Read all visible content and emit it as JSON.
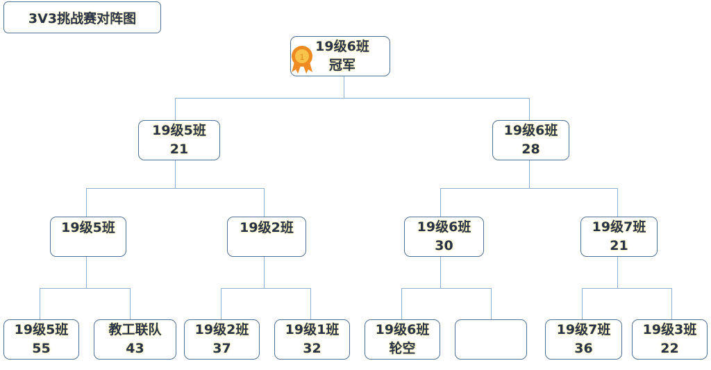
{
  "title": "3V3挑战赛对阵图",
  "champion": {
    "team": "19级6班",
    "label": "冠军",
    "icon": "medal-icon",
    "medal_number": "1"
  },
  "semifinal": [
    {
      "team": "19级5班",
      "score": "21"
    },
    {
      "team": "19级6班",
      "score": "28"
    }
  ],
  "quarterfinal": [
    {
      "team": "19级5班",
      "score": ""
    },
    {
      "team": "19级2班",
      "score": ""
    },
    {
      "team": "19级6班",
      "score": "30"
    },
    {
      "team": "19级7班",
      "score": "21"
    }
  ],
  "first_round": [
    {
      "team": "19级5班",
      "score": "55"
    },
    {
      "team": "教工联队",
      "score": "43"
    },
    {
      "team": "19级2班",
      "score": "37"
    },
    {
      "team": "19级1班",
      "score": "32"
    },
    {
      "team": "19级6班",
      "score": "轮空"
    },
    {
      "team": "",
      "score": ""
    },
    {
      "team": "19级7班",
      "score": "36"
    },
    {
      "team": "19级3班",
      "score": "22"
    }
  ],
  "colors": {
    "border": "#4f6f95",
    "line": "#8fb0d0",
    "text": "#27324a"
  }
}
